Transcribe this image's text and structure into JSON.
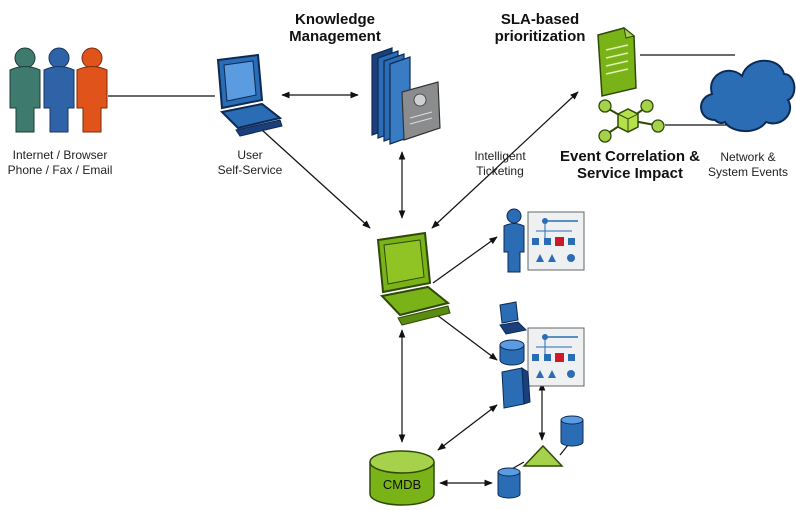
{
  "labels": {
    "users_line1": "Internet / Browser",
    "users_line2": "Phone / Fax / Email",
    "self_service_line1": "User",
    "self_service_line2": "Self-Service",
    "knowledge_line1": "Knowledge",
    "knowledge_line2": "Management",
    "sla_line1": "SLA-based",
    "sla_line2": "prioritization",
    "ticketing_line1": "Intelligent",
    "ticketing_line2": "Ticketing",
    "event_line1": "Event Correlation &",
    "event_line2": "Service Impact",
    "network_line1": "Network &",
    "network_line2": "System Events",
    "cmdb": "CMDB"
  },
  "colors": {
    "green": "#7ab317",
    "blue": "#2a6db5",
    "dark_blue": "#1a3f7a",
    "teal_person": "#3e7a6e",
    "blue_person": "#2f63a8",
    "orange_person": "#e0541c",
    "gray_doc": "#8a8c8e"
  }
}
